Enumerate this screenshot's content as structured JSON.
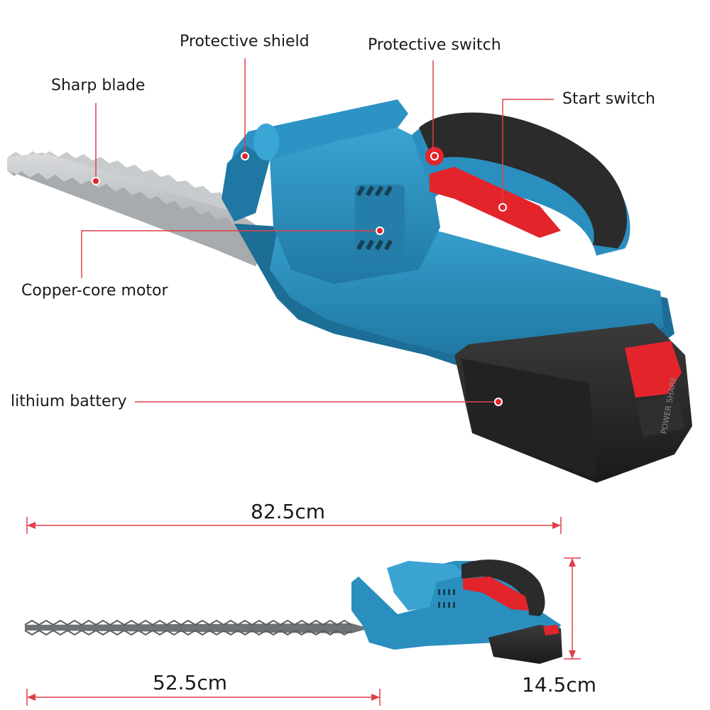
{
  "callouts": {
    "sharp_blade": "Sharp blade",
    "protective_shield": "Protective shield",
    "protective_switch": "Protective switch",
    "start_switch": "Start switch",
    "copper_core_motor": "Copper-core motor",
    "lithium_battery": "lithium battery"
  },
  "dimensions": {
    "total_length": "82.5cm",
    "blade_length": "52.5cm",
    "height": "14.5cm"
  },
  "battery_text": "POWER SHARE",
  "colors": {
    "body": "#2a8fbf",
    "body_dark": "#1f6f96",
    "accent_red": "#e3242b",
    "leader": "#e0404a",
    "battery": "#2b2b2b",
    "blade": "#b9bcbf"
  }
}
